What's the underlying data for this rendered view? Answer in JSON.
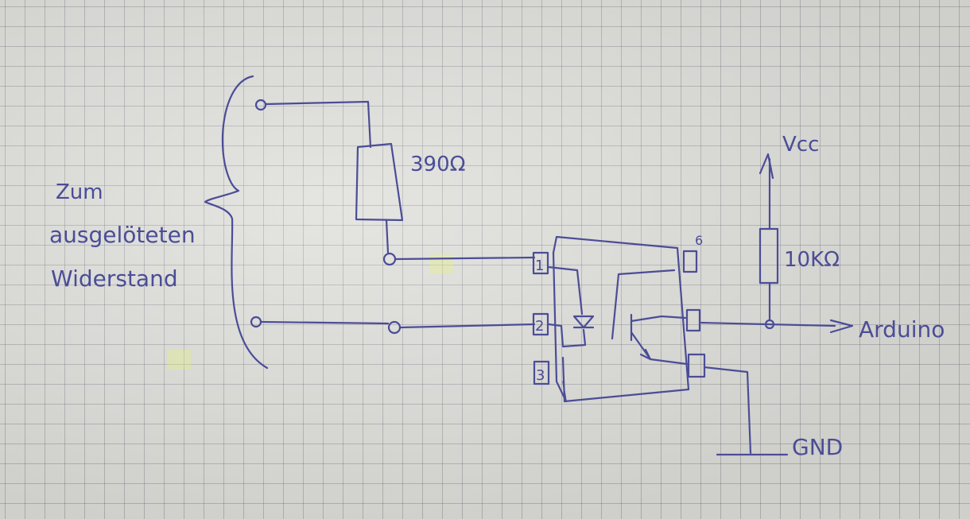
{
  "labels": {
    "side_note": [
      "Zum",
      "ausgelöteten",
      "Widerstand"
    ],
    "resistor_top": "390Ω",
    "resistor_right": "10KΩ",
    "vcc": "Vcc",
    "arduino": "Arduino",
    "gnd": "GND",
    "pin1": "1",
    "pin2": "2",
    "pin3": "3",
    "pin6": "6"
  },
  "colors": {
    "ink": "#4b4d96",
    "paper": "#dcdcd8"
  }
}
